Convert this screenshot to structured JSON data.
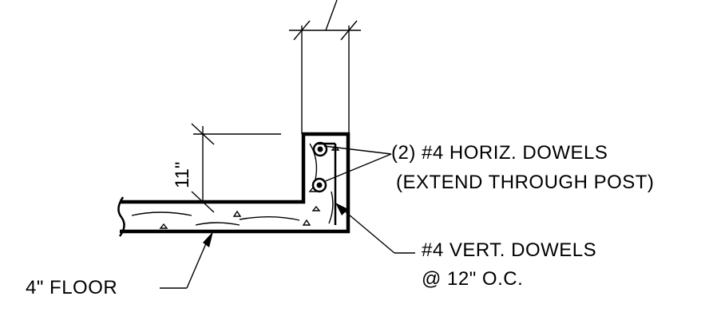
{
  "labels": {
    "dimension": "11\"",
    "horiz_dowels_line1": "(2) #4 HORIZ. DOWELS",
    "horiz_dowels_line2": "(EXTEND THROUGH POST)",
    "vert_dowels_line1": "#4 VERT. DOWELS",
    "vert_dowels_line2": "@ 12\" O.C.",
    "floor": "4\" FLOOR"
  }
}
